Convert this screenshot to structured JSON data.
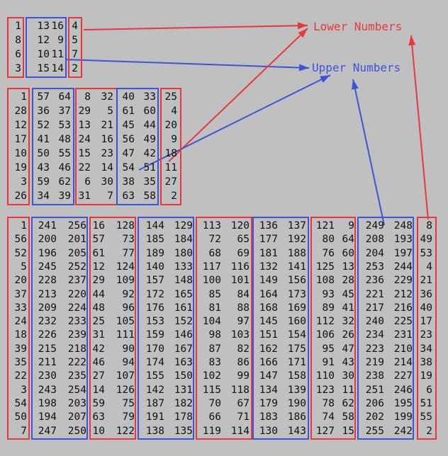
{
  "labels": {
    "lower": "Lower Numbers",
    "upper": "Upper Numbers"
  },
  "colors": {
    "background": "#c0c0c0",
    "lower": "#e8383a",
    "upper": "#3b55d9",
    "text": "#111111"
  },
  "square4": [
    [
      1,
      13,
      16,
      4
    ],
    [
      8,
      12,
      9,
      5
    ],
    [
      6,
      10,
      11,
      7
    ],
    [
      3,
      15,
      14,
      2
    ]
  ],
  "square8": [
    [
      1,
      57,
      64,
      8,
      32,
      40,
      33,
      25
    ],
    [
      28,
      36,
      37,
      29,
      5,
      61,
      60,
      4
    ],
    [
      12,
      52,
      53,
      13,
      21,
      45,
      44,
      20
    ],
    [
      17,
      41,
      48,
      24,
      16,
      56,
      49,
      9
    ],
    [
      10,
      50,
      55,
      15,
      23,
      47,
      42,
      18
    ],
    [
      19,
      43,
      46,
      22,
      14,
      54,
      51,
      11
    ],
    [
      3,
      59,
      62,
      6,
      30,
      38,
      35,
      27
    ],
    [
      26,
      34,
      39,
      31,
      7,
      63,
      58,
      2
    ]
  ],
  "square16": [
    [
      1,
      241,
      256,
      16,
      128,
      144,
      129,
      113,
      120,
      136,
      137,
      121,
      9,
      249,
      248,
      8
    ],
    [
      56,
      200,
      201,
      57,
      73,
      185,
      184,
      72,
      65,
      177,
      192,
      80,
      64,
      208,
      193,
      49
    ],
    [
      52,
      196,
      205,
      61,
      77,
      189,
      180,
      68,
      69,
      181,
      188,
      76,
      60,
      204,
      197,
      53
    ],
    [
      5,
      245,
      252,
      12,
      124,
      140,
      133,
      117,
      116,
      132,
      141,
      125,
      13,
      253,
      244,
      4
    ],
    [
      20,
      228,
      237,
      29,
      109,
      157,
      148,
      100,
      101,
      149,
      156,
      108,
      28,
      236,
      229,
      21
    ],
    [
      37,
      213,
      220,
      44,
      92,
      172,
      165,
      85,
      84,
      164,
      173,
      93,
      45,
      221,
      212,
      36
    ],
    [
      33,
      209,
      224,
      48,
      96,
      176,
      161,
      81,
      88,
      168,
      169,
      89,
      41,
      217,
      216,
      40
    ],
    [
      24,
      232,
      233,
      25,
      105,
      153,
      152,
      104,
      97,
      145,
      160,
      112,
      32,
      240,
      225,
      17
    ],
    [
      18,
      226,
      239,
      31,
      111,
      159,
      146,
      98,
      103,
      151,
      154,
      106,
      26,
      234,
      231,
      23
    ],
    [
      39,
      215,
      218,
      42,
      90,
      170,
      167,
      87,
      82,
      162,
      175,
      95,
      47,
      223,
      210,
      34
    ],
    [
      35,
      211,
      222,
      46,
      94,
      174,
      163,
      83,
      86,
      166,
      171,
      91,
      43,
      219,
      214,
      38
    ],
    [
      22,
      230,
      235,
      27,
      107,
      155,
      150,
      102,
      99,
      147,
      158,
      110,
      30,
      238,
      227,
      19
    ],
    [
      3,
      243,
      254,
      14,
      126,
      142,
      131,
      115,
      118,
      134,
      139,
      123,
      11,
      251,
      246,
      6
    ],
    [
      54,
      198,
      203,
      59,
      75,
      187,
      182,
      70,
      67,
      179,
      190,
      78,
      62,
      206,
      195,
      51
    ],
    [
      50,
      194,
      207,
      63,
      79,
      191,
      178,
      66,
      71,
      183,
      186,
      74,
      58,
      202,
      199,
      55
    ],
    [
      7,
      247,
      250,
      10,
      122,
      138,
      135,
      119,
      114,
      130,
      143,
      127,
      15,
      255,
      242,
      2
    ]
  ]
}
